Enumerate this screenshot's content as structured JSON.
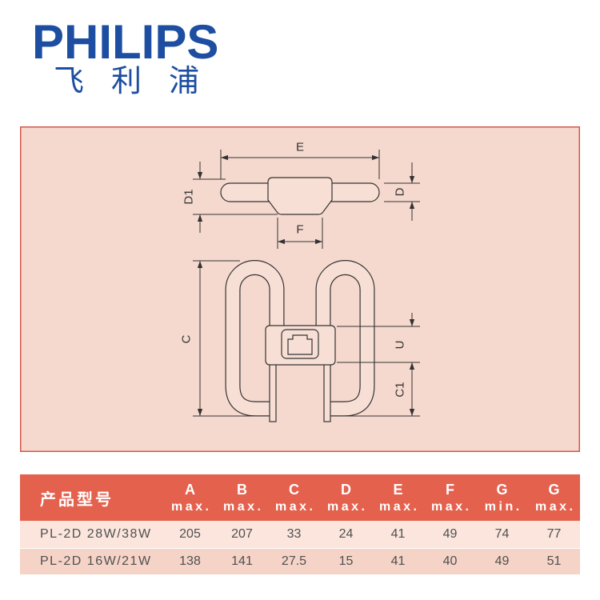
{
  "colors": {
    "brand": "#1d4ea1",
    "panel_fill": "#f6d9ce",
    "panel_border": "#d4574b",
    "lamp_fill": "#f8dfd5",
    "header_bg": "#e4614e",
    "row_1_bg": "#fbe5dd",
    "row_2_bg": "#f5d3c7"
  },
  "brand": {
    "name": "PHILIPS",
    "name_cn": "飞利浦"
  },
  "diagram": {
    "labels": {
      "E": "E",
      "D1": "D1",
      "D": "D",
      "F": "F",
      "C": "C",
      "U": "U",
      "C1": "C1"
    }
  },
  "table": {
    "model_header": "产品型号",
    "columns": [
      {
        "letter": "A",
        "limit": "max."
      },
      {
        "letter": "B",
        "limit": "max."
      },
      {
        "letter": "C",
        "limit": "max."
      },
      {
        "letter": "D",
        "limit": "max."
      },
      {
        "letter": "E",
        "limit": "max."
      },
      {
        "letter": "F",
        "limit": "max."
      },
      {
        "letter": "G",
        "limit": "min."
      },
      {
        "letter": "G",
        "limit": "max."
      }
    ],
    "rows": [
      {
        "model": "PL-2D 28W/38W",
        "values": [
          "205",
          "207",
          "33",
          "24",
          "41",
          "49",
          "74",
          "77"
        ]
      },
      {
        "model": "PL-2D 16W/21W",
        "values": [
          "138",
          "141",
          "27.5",
          "15",
          "41",
          "40",
          "49",
          "51"
        ]
      }
    ]
  }
}
